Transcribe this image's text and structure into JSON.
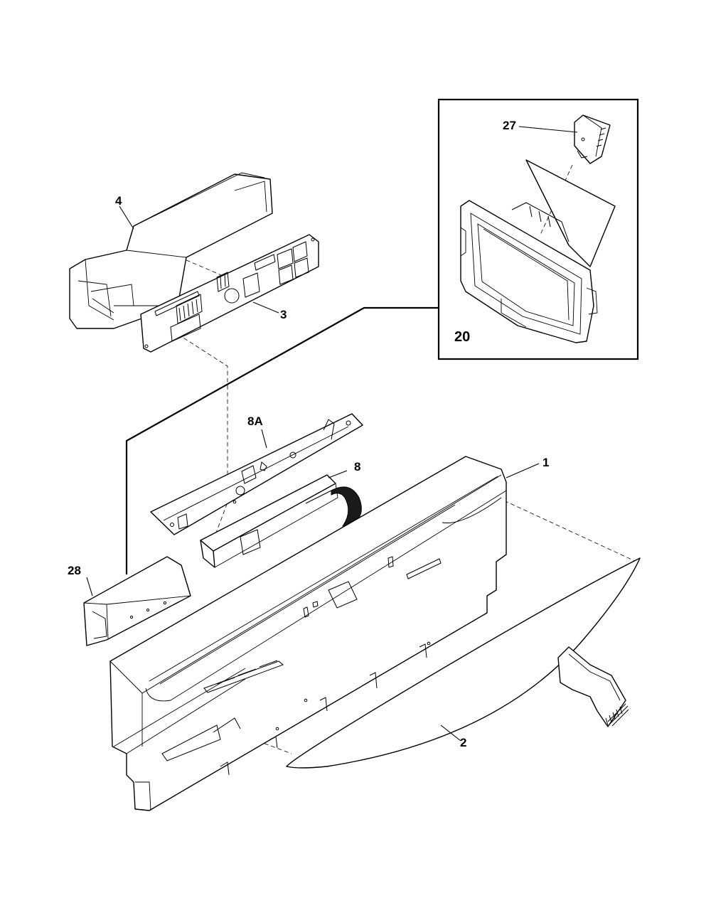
{
  "callouts": {
    "c1": "1",
    "c2": "2",
    "c3": "3",
    "c4": "4",
    "c8": "8",
    "c8a": "8A",
    "c20": "20",
    "c27": "27",
    "c28": "28"
  }
}
